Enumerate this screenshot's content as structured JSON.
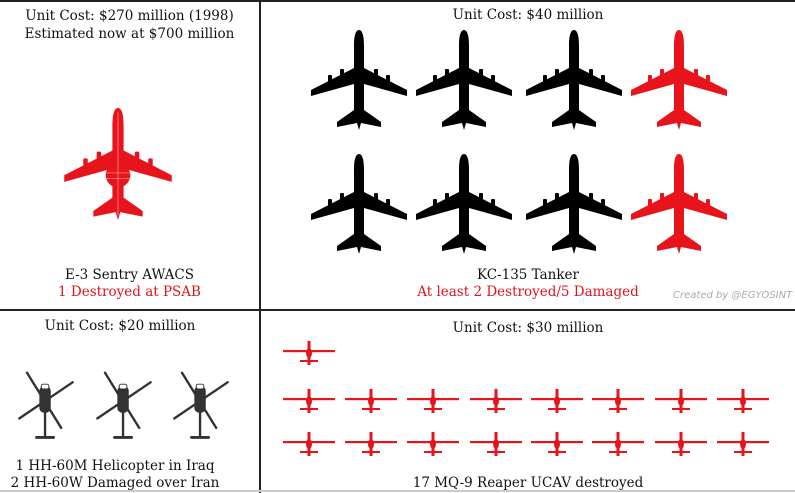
{
  "colors": {
    "destroyed": "#e8141b",
    "intact": "#000000",
    "helicopter": "#333333",
    "text_loss": "#e0141b"
  },
  "awacs": {
    "cost_line1": "Unit Cost: $270 million (1998)",
    "cost_line2": "Estimated now at $700 million",
    "name": "E-3 Sentry AWACS",
    "loss": "1 Destroyed at PSAB",
    "icons": [
      "destroyed"
    ],
    "icon": "awacs-plane-icon"
  },
  "tanker": {
    "cost": "Unit Cost: $40 million",
    "name": "KC-135 Tanker",
    "loss": "At least 2 Destroyed/5 Damaged",
    "icons": [
      "intact",
      "intact",
      "intact",
      "destroyed",
      "intact",
      "intact",
      "intact",
      "destroyed"
    ],
    "icon": "tanker-plane-icon"
  },
  "helicopter": {
    "cost": "Unit Cost: $20 million",
    "loss_line1": "1 HH-60M Helicopter in Iraq",
    "loss_line2": "2 HH-60W Damaged over Iran",
    "icons": [
      "intact",
      "intact",
      "intact"
    ],
    "icon": "helicopter-icon"
  },
  "reaper": {
    "cost": "Unit Cost: $30 million",
    "loss": "17 MQ-9 Reaper UCAV destroyed",
    "count": 17,
    "icon": "drone-icon"
  },
  "watermark": "Created by @EGYOSINT"
}
